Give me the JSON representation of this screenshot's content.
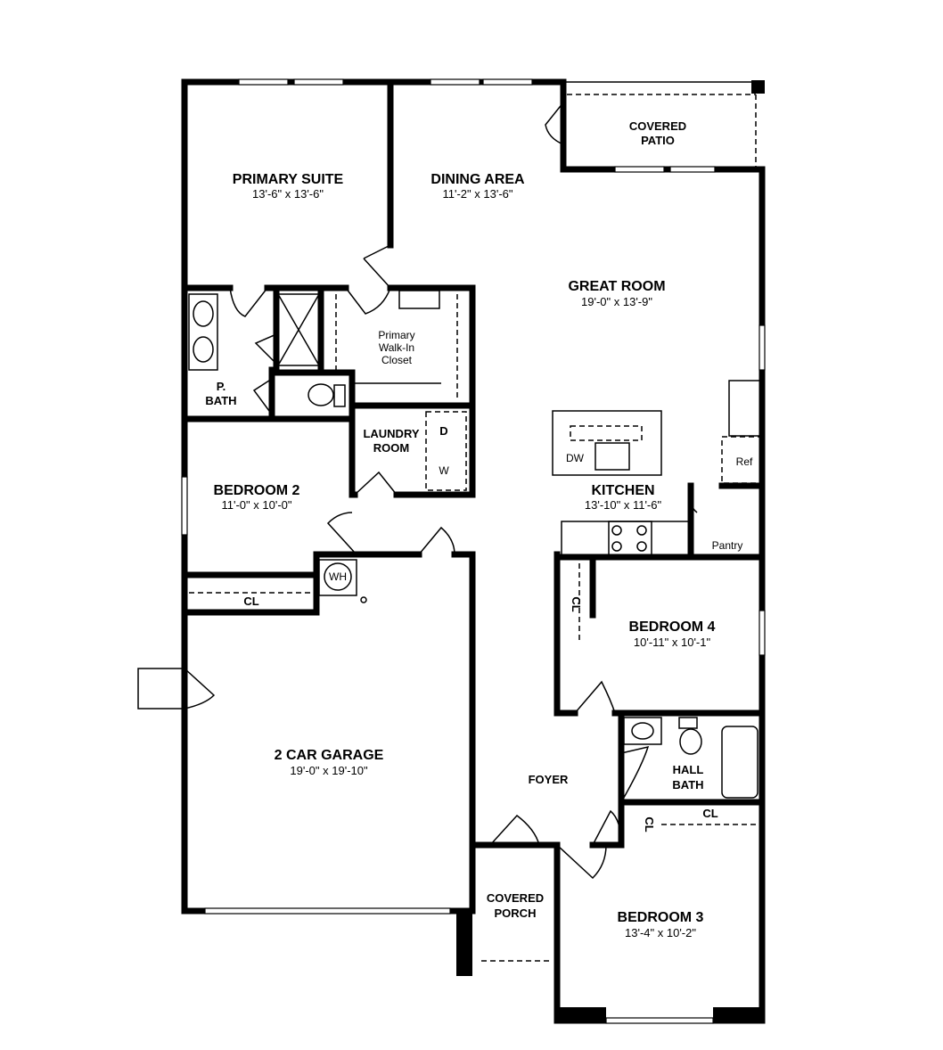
{
  "rooms": {
    "primary_suite": {
      "name": "PRIMARY SUITE",
      "size": "13'-6\" x 13'-6\""
    },
    "dining_area": {
      "name": "DINING AREA",
      "size": "11'-2\" x 13'-6\""
    },
    "covered_patio": {
      "line1": "COVERED",
      "line2": "PATIO"
    },
    "great_room": {
      "name": "GREAT ROOM",
      "size": "19'-0\" x 13'-9\""
    },
    "walk_in_closet": {
      "line1": "Primary",
      "line2": "Walk-In",
      "line3": "Closet"
    },
    "p_bath": {
      "line1": "P.",
      "line2": "BATH"
    },
    "laundry": {
      "line1": "LAUNDRY",
      "line2": "ROOM",
      "dryer": "D",
      "washer": "W"
    },
    "bedroom2": {
      "name": "BEDROOM 2",
      "size": "11'-0\" x 10'-0\"",
      "closet": "CL"
    },
    "kitchen": {
      "name": "KITCHEN",
      "size": "13'-10\" x 11'-6\"",
      "dishwasher": "DW",
      "fridge": "Ref",
      "pantry": "Pantry"
    },
    "water_heater": "WH",
    "bedroom4": {
      "name": "BEDROOM 4",
      "size": "10'-11\" x 10'-1\"",
      "closet": "CL"
    },
    "garage": {
      "name": "2 CAR GARAGE",
      "size": "19'-0\" x 19'-10\""
    },
    "hall_bath": {
      "line1": "HALL",
      "line2": "BATH",
      "closet": "CL"
    },
    "foyer": "FOYER",
    "covered_porch": {
      "line1": "COVERED",
      "line2": "PORCH"
    },
    "bedroom3": {
      "name": "BEDROOM 3",
      "size": "13'-4\" x 10'-2\"",
      "closet": "CL"
    }
  }
}
